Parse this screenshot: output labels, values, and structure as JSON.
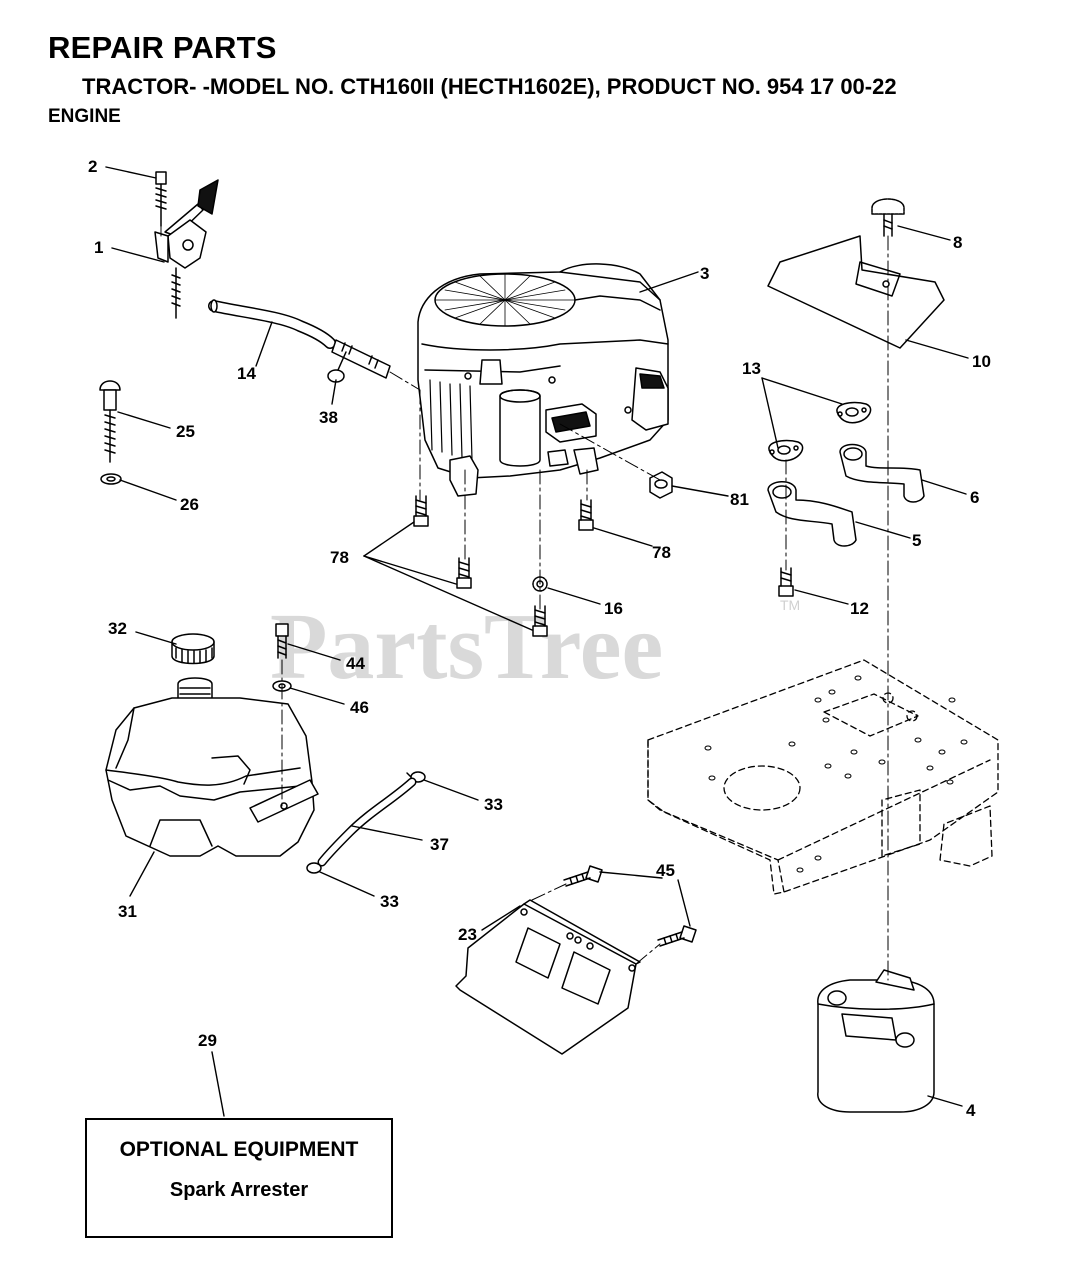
{
  "header": {
    "title": "REPAIR PARTS",
    "subtitle": "TRACTOR- -MODEL NO. CTH160II (HECTH1602E), PRODUCT NO. 954 17 00-22",
    "section": "ENGINE"
  },
  "watermark": {
    "text": "PartsTree",
    "trademark": "TM"
  },
  "callouts": {
    "c1": "1",
    "c2": "2",
    "c3": "3",
    "c4": "4",
    "c5": "5",
    "c6": "6",
    "c8": "8",
    "c10": "10",
    "c12": "12",
    "c13": "13",
    "c14": "14",
    "c16": "16",
    "c23": "23",
    "c25": "25",
    "c26": "26",
    "c29": "29",
    "c31": "31",
    "c32": "32",
    "c33a": "33",
    "c33b": "33",
    "c37": "37",
    "c38": "38",
    "c44": "44",
    "c45": "45",
    "c46": "46",
    "c78a": "78",
    "c78b": "78",
    "c81": "81"
  },
  "optional": {
    "title": "OPTIONAL EQUIPMENT",
    "item": "Spark Arrester"
  }
}
